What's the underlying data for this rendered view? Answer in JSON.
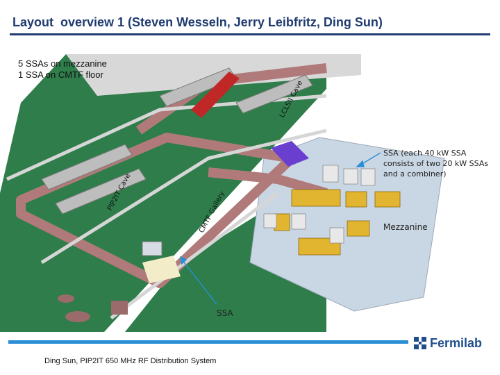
{
  "slide": {
    "title": "Layout  overview 1 (Steven Wesseln, Jerry Leibfritz, Ding Sun)",
    "note_line1": "5 SSAs on mezzanine",
    "note_line2": "1 SSA on CMTF floor",
    "footer": "Ding Sun, PIP2IT 650 MHz RF Distribution System",
    "logo_text": "Fermilab"
  },
  "diagram": {
    "labels": {
      "lcls_cave": "LCLSII Cave",
      "pip2it_cave": "PIP2IT Cave",
      "cmtf_gallery": "CMTF Gallery"
    },
    "callouts": {
      "ssa_line1": "SSA (each 40 kW SSA",
      "ssa_line2": "consists of two 20 kW SSAs",
      "ssa_line3": "and a combiner)",
      "mezzanine": "Mezzanine",
      "ssa_bottom": "SSA"
    }
  },
  "colors": {
    "title": "#1f3b70",
    "accent_blue": "#2a8fd6",
    "floor_green": "#2e7d4a",
    "mezzanine_floor": "#c9d6e3",
    "waveguide": "#b07a7a",
    "rack_yellow": "#e2b530",
    "rf_purple": "#6a3fd0",
    "klystron_red": "#c02828"
  }
}
